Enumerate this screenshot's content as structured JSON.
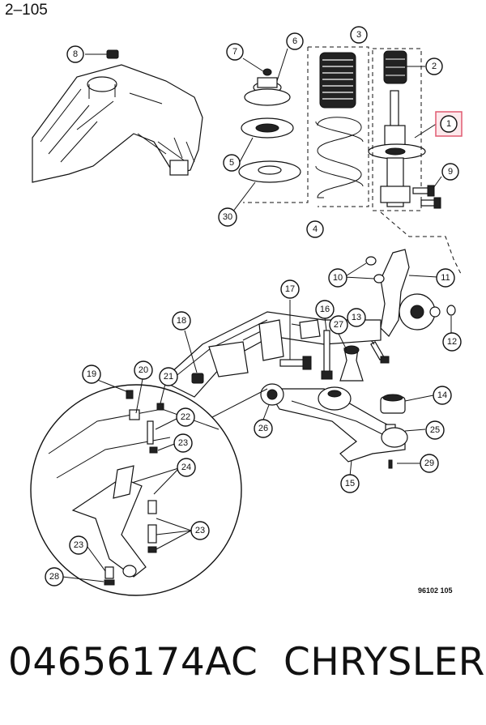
{
  "page_label": "2–105",
  "figure_code": "96102 105",
  "part_number": "04656174AC",
  "brand": "CHRYSLER",
  "highlight_color": "#e05a70",
  "callouts": {
    "c1": "1",
    "c2": "2",
    "c3": "3",
    "c4": "4",
    "c5": "5",
    "c6": "6",
    "c7": "7",
    "c8": "8",
    "c9": "9",
    "c10": "10",
    "c11": "11",
    "c12": "12",
    "c13": "13",
    "c14": "14",
    "c15": "15",
    "c16": "16",
    "c17": "17",
    "c18": "18",
    "c19": "19",
    "c20": "20",
    "c21": "21",
    "c22": "22",
    "c23a": "23",
    "c23b": "23",
    "c23c": "23",
    "c24": "24",
    "c25": "25",
    "c26": "26",
    "c27": "27",
    "c28": "28",
    "c29": "29",
    "c30": "30"
  }
}
